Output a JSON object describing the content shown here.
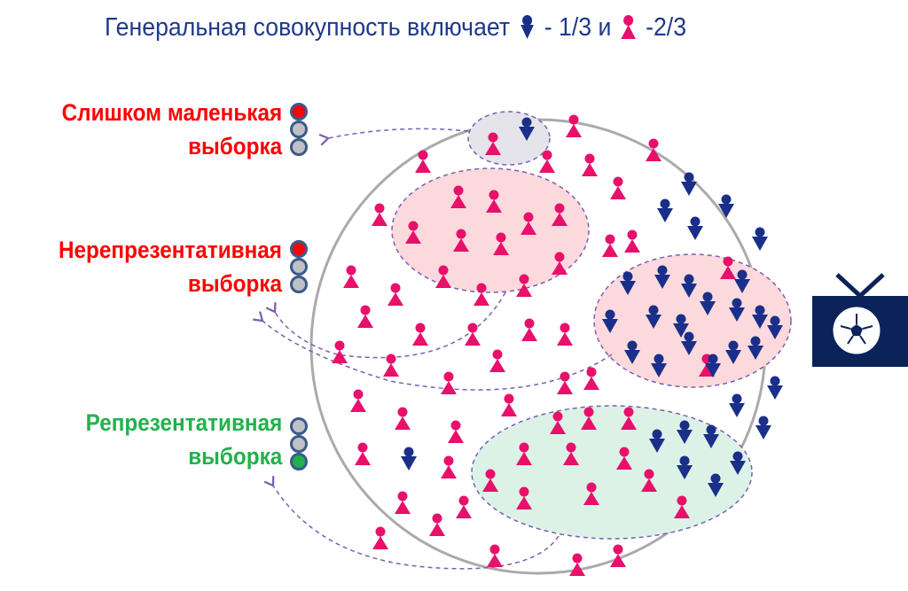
{
  "title": {
    "prefix": "Генеральная совокупность включает",
    "part1": "- 1/3 и",
    "part2": "-2/3"
  },
  "labels": [
    {
      "line1": "Слишком маленькая",
      "line2": "выборка",
      "color": "#ff0000",
      "light": "red"
    },
    {
      "line1": "Нерепрезентативная",
      "line2": "выборка",
      "color": "#ff0000",
      "light": "red"
    },
    {
      "line1": "Репрезентативная",
      "line2": "выборка",
      "color": "#22b14c",
      "light": "green"
    }
  ],
  "colors": {
    "blue": "#1a2f8a",
    "pink": "#e8106a",
    "tv": "#0b2358",
    "grey_ellipse": "#e4e4ea",
    "pink_ellipse": "#fbd9dc",
    "green_ellipse": "#dcf2e6"
  },
  "icons": [
    "blue-person-icon",
    "pink-person-icon",
    "tv-football-icon",
    "traffic-light-icon"
  ]
}
